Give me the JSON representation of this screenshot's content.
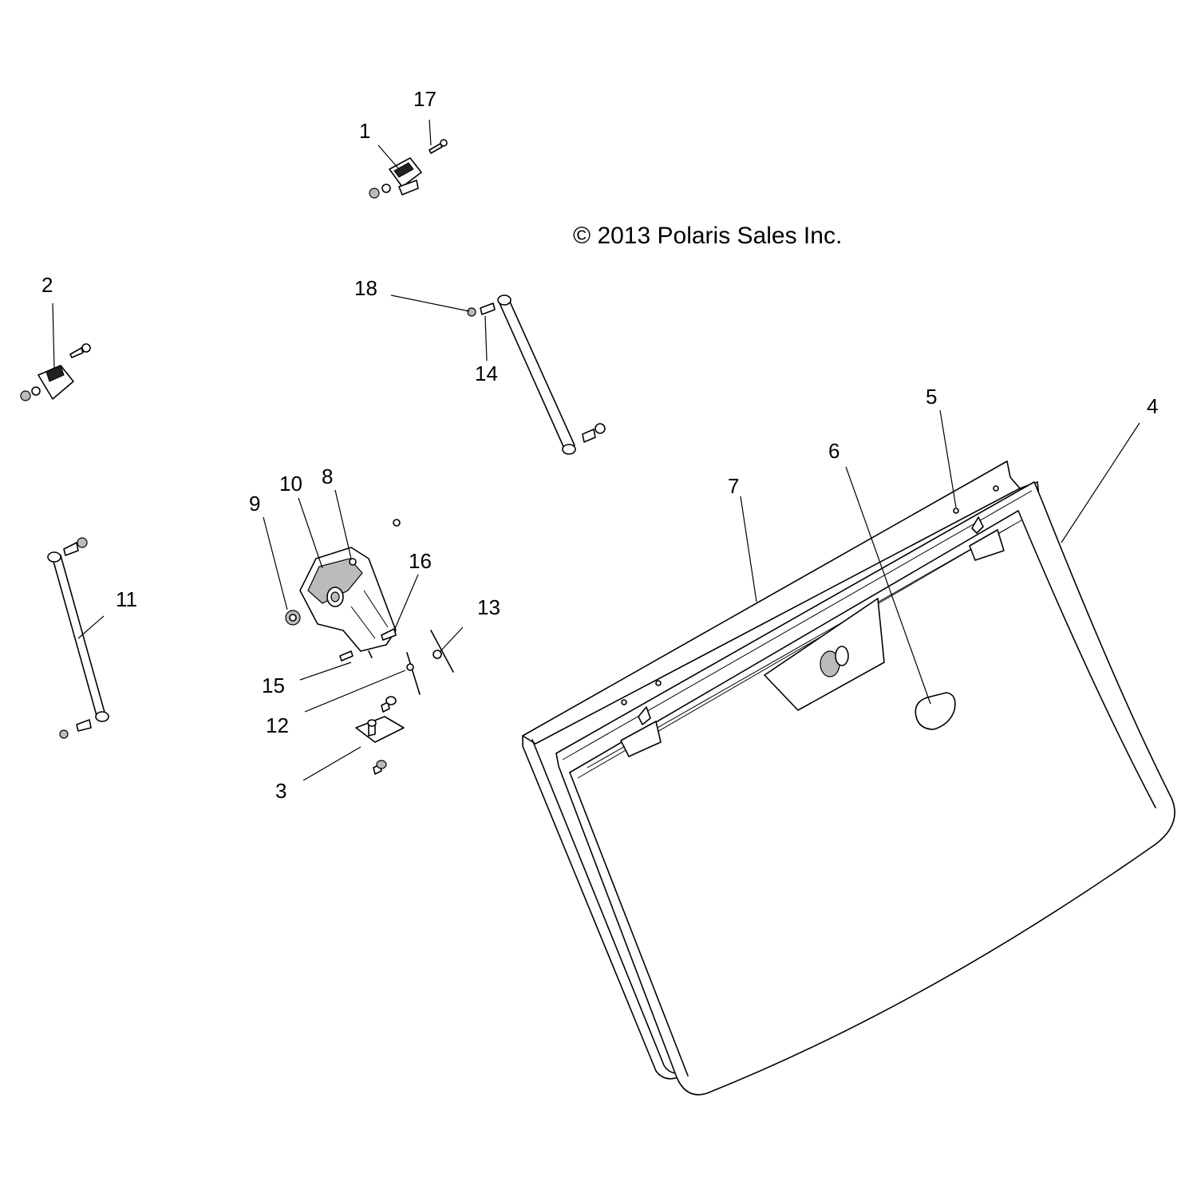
{
  "copyright": "© 2013 Polaris Sales Inc.",
  "callouts": {
    "c1": "1",
    "c2": "2",
    "c3": "3",
    "c4": "4",
    "c5": "5",
    "c6": "6",
    "c7": "7",
    "c8": "8",
    "c9": "9",
    "c10": "10",
    "c11": "11",
    "c12": "12",
    "c13": "13",
    "c14": "14",
    "c15": "15",
    "c16": "16",
    "c17": "17",
    "c18": "18"
  }
}
